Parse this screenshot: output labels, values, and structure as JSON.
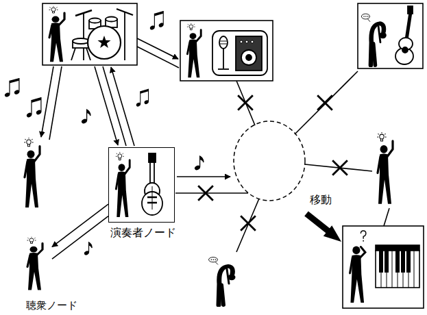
{
  "diagram": {
    "nodes": [
      {
        "text": [
          "演奏者ノード"
        ]
      },
      {
        "text": [
          "聴衆ノード"
        ]
      }
    ],
    "edges": [
      {
        "from": 0,
        "to": 1,
        "arrow": "to"
      },
      {
        "from": 0,
        "to": 1,
        "arrow": "none"
      }
    ],
    "labels": [
      "移動"
    ]
  }
}
